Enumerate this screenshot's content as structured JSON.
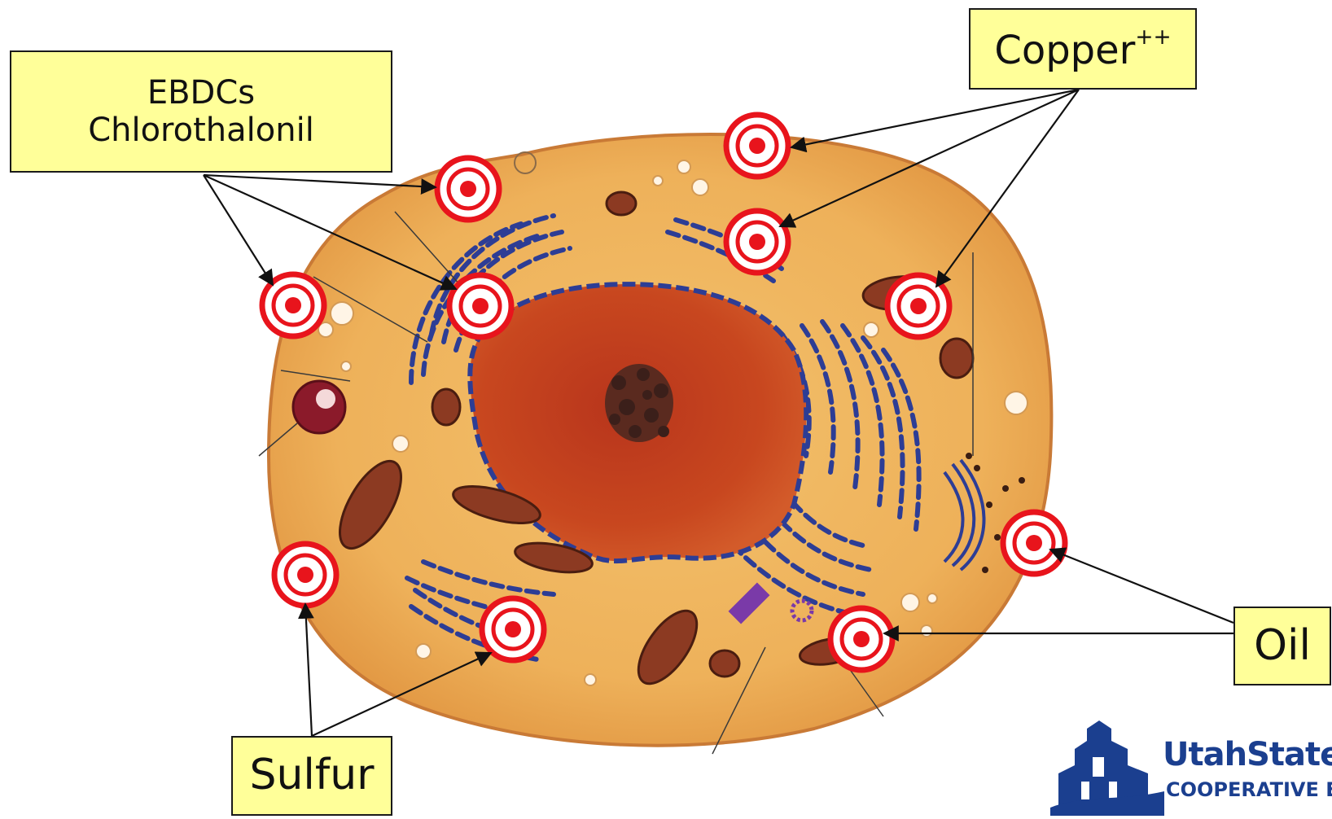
{
  "labels": {
    "ebdc_line1": "EBDCs",
    "ebdc_line2": "Chlorothalonil",
    "copper": "Copper",
    "copper_charge": "++",
    "oil": "Oil",
    "sulfur": "Sulfur"
  },
  "logo": {
    "name": "UtahStateUn",
    "subtitle": "COOPERATIVE E"
  },
  "colors": {
    "cytoplasm": "#eeb15a",
    "cell_border": "#c97a36",
    "nucleus": "#c2421f",
    "er": "#2d3d95",
    "target": "#e8141c",
    "label_fill": "#ffff99",
    "logo": "#1b3f8f"
  }
}
